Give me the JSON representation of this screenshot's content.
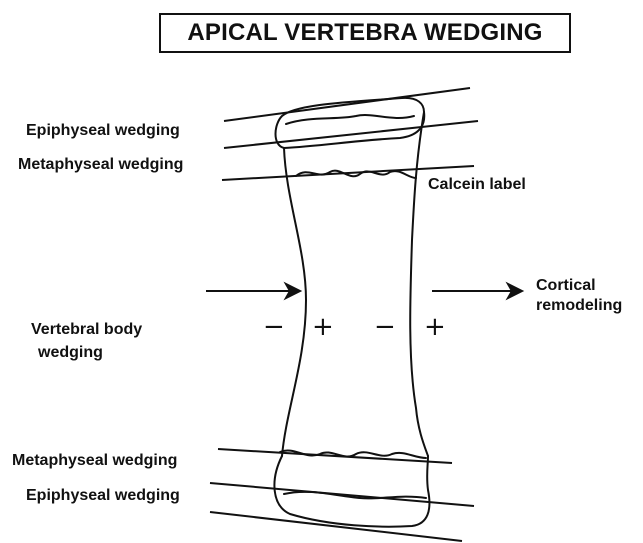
{
  "title": "APICAL VERTEBRA WEDGING",
  "labels": {
    "epiphyseal_top": "Epiphyseal wedging",
    "metaphyseal_top": "Metaphyseal wedging",
    "calcein": "Calcein label",
    "cortical_line1": "Cortical",
    "cortical_line2": "remodeling",
    "vertebral_line1": "Vertebral body",
    "vertebral_line2": "wedging",
    "metaphyseal_bottom": "Metaphyseal wedging",
    "epiphyseal_bottom": "Epiphyseal wedging"
  },
  "signs": {
    "left_minus": "−",
    "left_plus": "+",
    "right_minus": "−",
    "right_plus": "+"
  }
}
